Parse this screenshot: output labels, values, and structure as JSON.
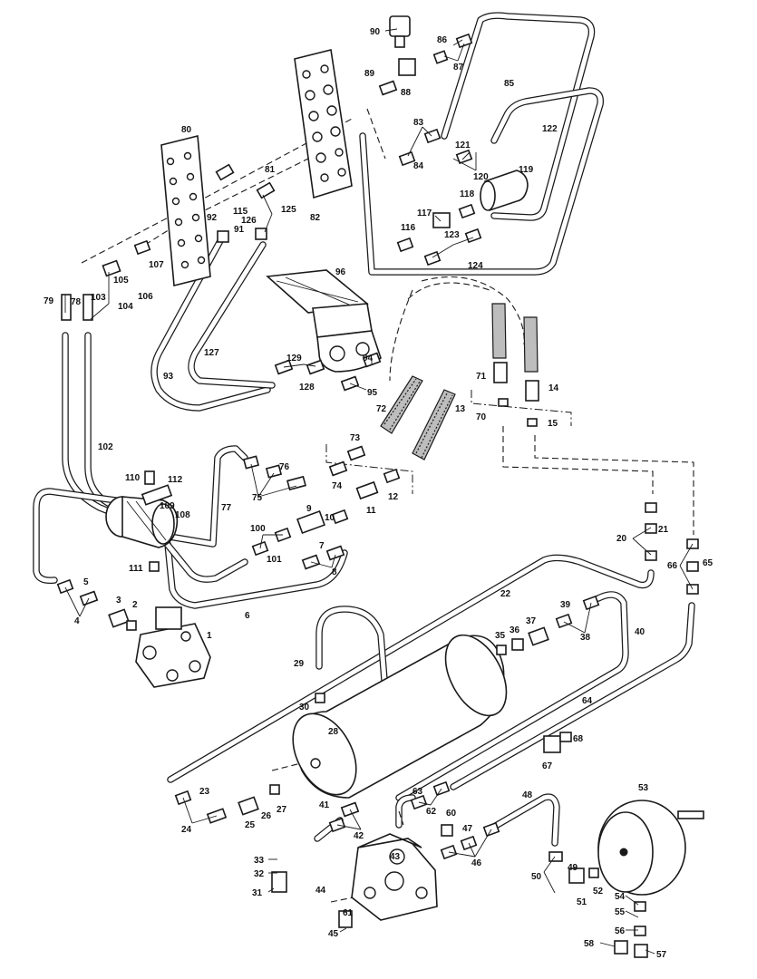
{
  "labels": [
    "1",
    "2",
    "3",
    "4",
    "5",
    "6",
    "7",
    "8",
    "9",
    "10",
    "11",
    "12",
    "13",
    "14",
    "15",
    "20",
    "21",
    "22",
    "23",
    "24",
    "25",
    "26",
    "27",
    "28",
    "29",
    "30",
    "31",
    "32",
    "33",
    "35",
    "36",
    "37",
    "38",
    "39",
    "40",
    "41",
    "42",
    "43",
    "44",
    "45",
    "46",
    "47",
    "48",
    "49",
    "50",
    "51",
    "52",
    "53",
    "54",
    "55",
    "56",
    "57",
    "58",
    "60",
    "61",
    "62",
    "63",
    "64",
    "65",
    "66",
    "67",
    "68",
    "70",
    "71",
    "72",
    "73",
    "74",
    "75",
    "76",
    "77",
    "78",
    "79",
    "80",
    "81",
    "82",
    "83",
    "84",
    "85",
    "86",
    "87",
    "88",
    "89",
    "90",
    "91",
    "92",
    "93",
    "94",
    "95",
    "96",
    "100",
    "101",
    "102",
    "103",
    "104",
    "105",
    "106",
    "107",
    "108",
    "109",
    "110",
    "111",
    "112",
    "115",
    "116",
    "117",
    "118",
    "119",
    "120",
    "121",
    "122",
    "123",
    "124",
    "125",
    "126",
    "127",
    "128",
    "129"
  ]
}
